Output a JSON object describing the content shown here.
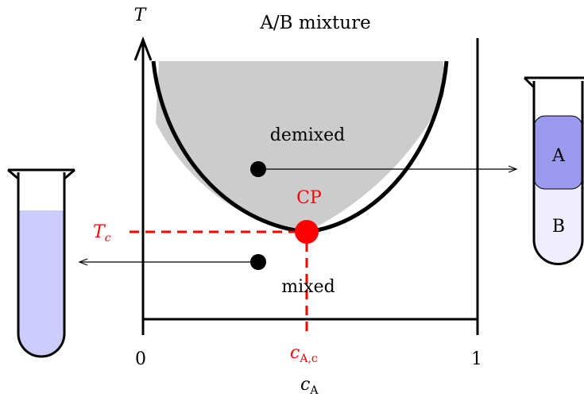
{
  "title": "A/B mixture",
  "axes": {
    "y_label": "T",
    "x_label_base": "c",
    "x_label_sub": "A",
    "x_tick_min": "0",
    "x_tick_max": "1"
  },
  "regions": {
    "demixed": "demixed",
    "mixed": "mixed"
  },
  "critical_point": {
    "label": "CP",
    "t_label_base": "T",
    "t_label_sub": "c",
    "c_label_base": "c",
    "c_label_sub": "A,c"
  },
  "tubes": {
    "upper_phase": "A",
    "lower_phase": "B"
  },
  "colors": {
    "red": "#ff0000",
    "shade": "#cccccc",
    "tube_mixed": "#ccccff",
    "phase_a": "#9999ee",
    "phase_b": "#eeeeff"
  }
}
